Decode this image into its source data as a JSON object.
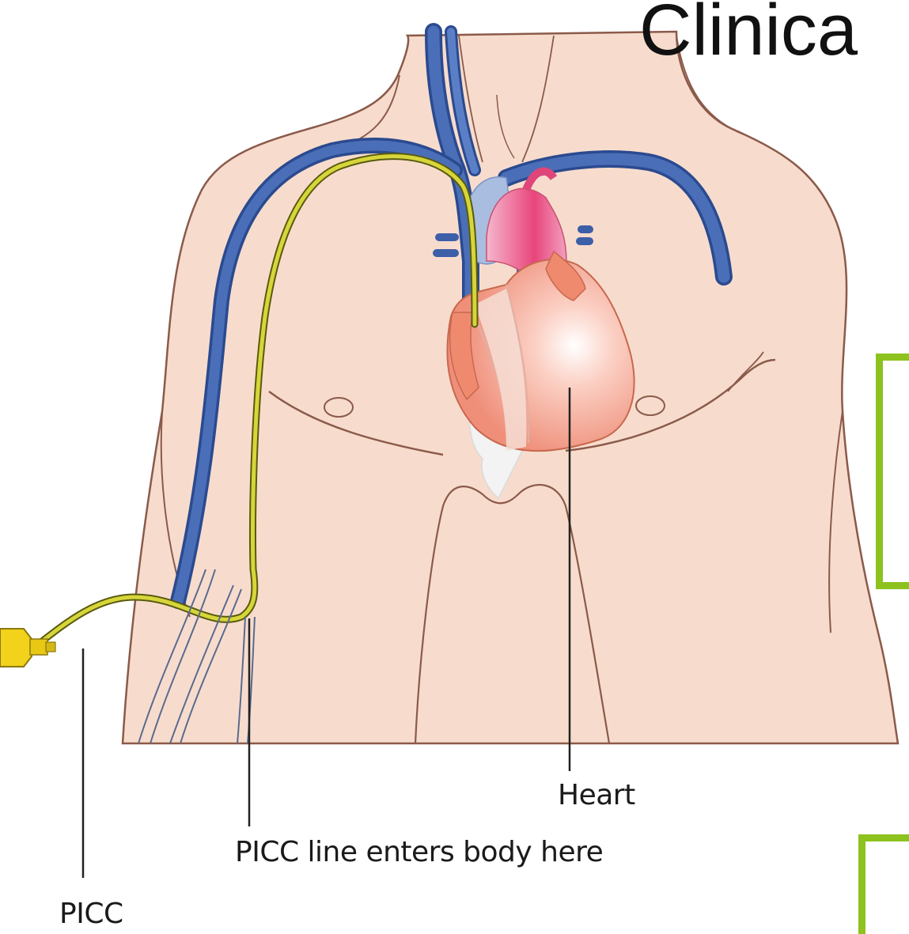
{
  "slide": {
    "title": "Clinica"
  },
  "labels": {
    "heart": "Heart",
    "entry": "PICC line enters body here",
    "picc": "PICC"
  },
  "colors": {
    "skin": "#f7dccd",
    "skin_outline": "#8b5a4a",
    "vein": "#3d5fa8",
    "artery": "#e0457a",
    "heart": "#f29a86",
    "catheter": "#c8c833",
    "connector": "#f2d21a",
    "accent": "#8dc21f"
  }
}
